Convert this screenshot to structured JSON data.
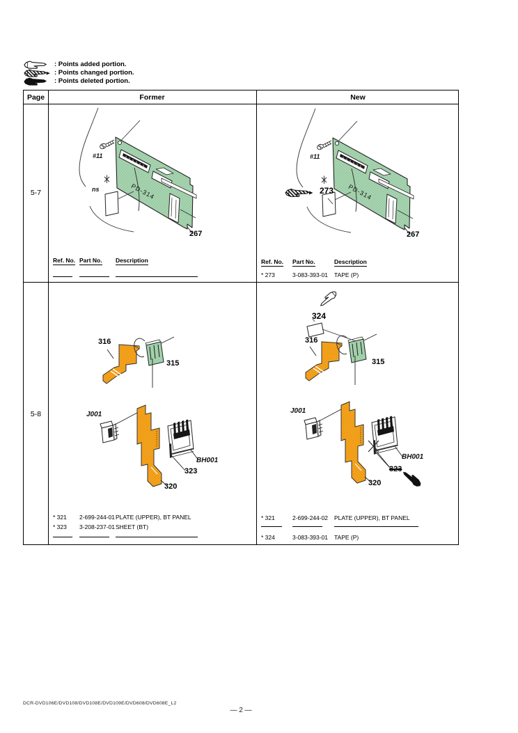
{
  "legend": {
    "added_label": ": Points added portion.",
    "changed_label": ": Points changed portion.",
    "deleted_label": ": Points deleted portion."
  },
  "table": {
    "col_page": "Page",
    "col_former": "Former",
    "col_new": "New",
    "ref_headers": {
      "ref": "Ref. No.",
      "part": "Part No.",
      "desc": "Description"
    }
  },
  "row_5_7": {
    "page_label": "5-7",
    "former": {
      "screw": "#11",
      "board": "PD-314",
      "sheet": "ns",
      "board_ref": "267"
    },
    "new": {
      "screw": "#11",
      "board": "PD-314",
      "tape_ref": "273",
      "board_ref": "267"
    },
    "new_parts": [
      {
        "ref": "* 273",
        "part": "3-083-393-01",
        "desc": "TAPE (P)"
      }
    ]
  },
  "row_5_8": {
    "page_label": "5-8",
    "former": {
      "flex_top": "316",
      "conn": "315",
      "jack": "J001",
      "holder": "BH001",
      "sheet": "323",
      "flex_bottom": "320"
    },
    "new": {
      "tape": "324",
      "flex_top": "316",
      "conn": "315",
      "jack": "J001",
      "holder": "BH001",
      "deleted": "323",
      "flex_bottom": "320"
    },
    "former_parts": [
      {
        "ref": "* 321",
        "part": "2-699-244-01",
        "desc": "PLATE (UPPER), BT PANEL"
      },
      {
        "ref": "* 323",
        "part": "3-208-237-01",
        "desc": "SHEET (BT)"
      }
    ],
    "new_parts": [
      {
        "ref": "* 321",
        "part": "2-699-244-02",
        "desc": "PLATE (UPPER), BT PANEL"
      },
      {
        "ref": "* 324",
        "part": "3-083-393-01",
        "desc": "TAPE (P)"
      }
    ]
  },
  "footer": {
    "models": "DCR-DVD106E/DVD108/DVD108E/DVD109E/DVD608/DVD608E_L2",
    "page_number": "— 2 —"
  },
  "colors": {
    "board_green": "#a8d4b0",
    "flex_orange": "#f6a41f"
  }
}
